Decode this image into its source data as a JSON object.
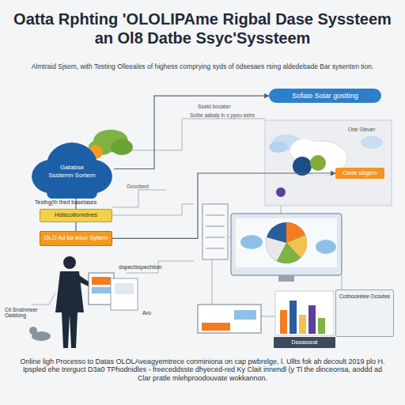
{
  "diagram": {
    "title": "Oatta Rphting 'OLOLIPAme Rigbal Dase Syssteem an Ol8 Datbe Ssyc'Syssteem",
    "caption": "Online ligh Processo to Datas OLOLAveagyemtrece conminiona on cap pwbrelge, l. Ullts fok ah decoult 2019 plo H. Ipspled ehe trerguct D3a0 TPhodnidles - freeceddsste dhyeced-red Ky Clait innendl (y Tl the dinceonsa, aoddd ad Clar pratle mlehproodouvate wokkannon.",
    "nodes": [
      {
        "text": [
          "Gatabse Ssstemn Sortern"
        ]
      },
      {
        "text": [
          "Sofate Soiar gostting"
        ]
      },
      {
        "text": [
          "Hdiscotlonrdnes"
        ]
      },
      {
        "text": [
          "OLO Ad ba ieiuo Syttem"
        ]
      },
      {
        "text": [
          "Ctetie slbgern"
        ]
      },
      {
        "text": [
          "Ccdnoceelee Ocoutee"
        ]
      },
      {
        "text": [
          "Dasasseat"
        ]
      }
    ],
    "edges": [
      {
        "from": 0,
        "to": 1,
        "arrow": "to"
      },
      {
        "from": 0,
        "to": 2,
        "arrow": "none"
      },
      {
        "from": 2,
        "to": 3,
        "arrow": "none"
      },
      {
        "from": 3,
        "to": 4,
        "arrow": "to"
      }
    ],
    "labels": [
      "Almtraid Sjsem, with Testing Olleeales of highess comprying syds of ödsesaes rsing aldedebade Bar sysenten tion.",
      "Ssatd bocatan",
      "Soibe aabaly in o pyou astre",
      "Testhg(th thed basetases",
      "Gcocteed",
      "dopectsspechtion",
      "Cit Sroshmeer Oaddong",
      "Aro",
      "Otar Gteuer"
    ]
  }
}
